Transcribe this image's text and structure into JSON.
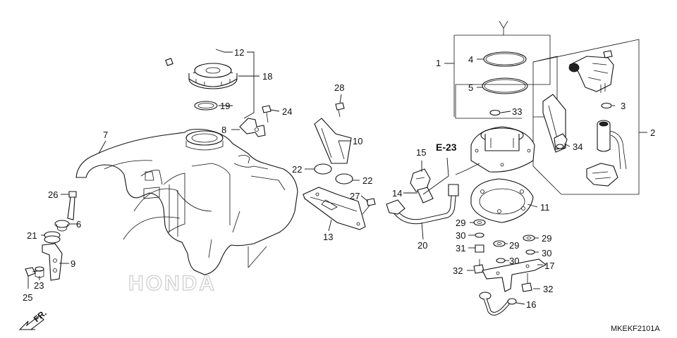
{
  "diagram": {
    "drawing_code": "MKEKF2101A",
    "reference": "E-23",
    "direction_label": "FR.",
    "watermark": "HONDA",
    "callouts": [
      "1",
      "2",
      "3",
      "4",
      "5",
      "6",
      "7",
      "8",
      "9",
      "10",
      "11",
      "12",
      "13",
      "14",
      "15",
      "16",
      "17",
      "18",
      "19",
      "20",
      "21",
      "22",
      "22",
      "23",
      "24",
      "25",
      "26",
      "27",
      "28",
      "29",
      "29",
      "29",
      "30",
      "30",
      "30",
      "31",
      "32",
      "32",
      "33",
      "34"
    ]
  }
}
